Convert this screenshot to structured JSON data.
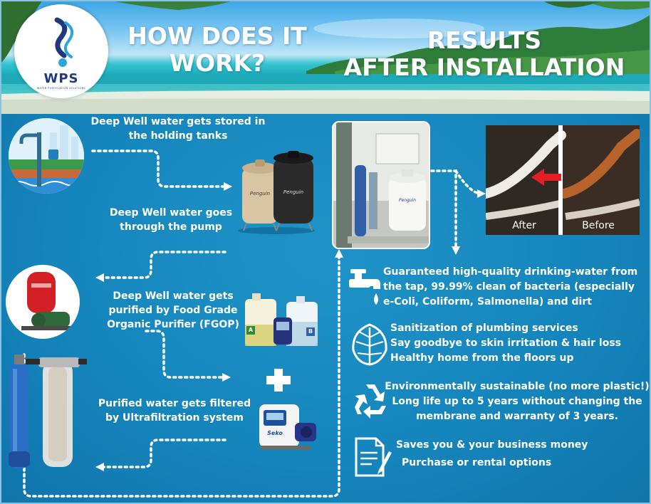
{
  "brand": {
    "name": "WPS",
    "tagline": "WATER PURIFICATION SOLUTIONS",
    "colors": {
      "navy": "#1f3a7a",
      "aqua": "#2aa6dd"
    }
  },
  "headings": {
    "left": [
      "HOW DOES IT",
      "WORK?"
    ],
    "right": [
      "RESULTS",
      "AFTER INSTALLATION"
    ]
  },
  "steps": [
    [
      "Deep Well water gets stored in",
      "the holding tanks"
    ],
    [
      "Deep Well water goes",
      "through the pump"
    ],
    [
      "Deep Well water gets",
      "purified by Food Grade",
      "Organic Purifier (FGOP)"
    ],
    [
      "Purified water gets filtered",
      "by Ultrafiltration system"
    ]
  ],
  "tank_brand": "Penguin",
  "jug_labels": [
    "A",
    "B"
  ],
  "pump_brand": "Seko",
  "comparison": {
    "after": "After",
    "before": "Before"
  },
  "results": [
    {
      "icon": "faucet-icon",
      "lines": [
        "Guaranteed high-quality drinking-water from",
        "the tap, 99.99% clean of bacteria (especially",
        "e-Coli, Coliform, Salmonella) and dirt"
      ]
    },
    {
      "icon": "leaf-icon",
      "lines": [
        "Sanitization of plumbing services",
        "Say goodbye to skin irritation & hair loss",
        "Healthy home from the floors up"
      ]
    },
    {
      "icon": "recycle-icon",
      "lines": [
        "Environmentally sustainable (no more plastic!)",
        "Long life up to 5 years without changing the",
        "membrane and warranty of 3 years."
      ]
    },
    {
      "icon": "document-icon",
      "lines": [
        "Saves you & your business money",
        "Purchase or rental options"
      ]
    }
  ],
  "colors": {
    "panel": "#1b86b9",
    "text": "#ffffff",
    "arrow_red": "#e31e24",
    "dotted": "#ffffff"
  }
}
